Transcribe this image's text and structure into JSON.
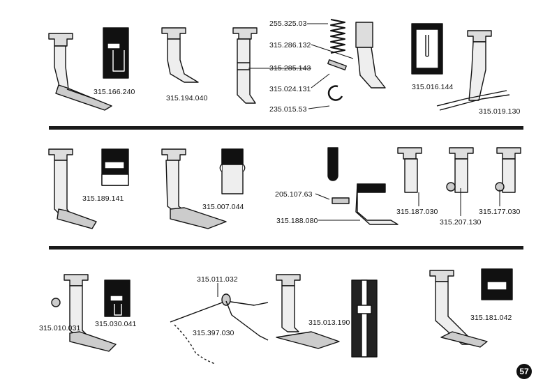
{
  "page_number": "57",
  "rows": [
    {
      "items": [
        {
          "part": "315.166.240"
        },
        {
          "part": "315.194.040"
        },
        {
          "part": "255.325.03"
        },
        {
          "part": "315.286.132"
        },
        {
          "part": "315.285.143"
        },
        {
          "part": "315.024.131"
        },
        {
          "part": "235.015.53"
        },
        {
          "part": "315.016.144"
        },
        {
          "part": "315.019.130"
        }
      ]
    },
    {
      "items": [
        {
          "part": "315.189.141"
        },
        {
          "part": "315.007.044"
        },
        {
          "part": "205.107.63"
        },
        {
          "part": "315.188.080"
        },
        {
          "part": "315.187.030"
        },
        {
          "part": "315.207.130"
        },
        {
          "part": "315.177.030"
        }
      ]
    },
    {
      "items": [
        {
          "part": "315.010.031"
        },
        {
          "part": "315.030.041"
        },
        {
          "part": "315.011.032"
        },
        {
          "part": "315.397.030"
        },
        {
          "part": "315.013.190"
        },
        {
          "part": "315.181.042"
        }
      ]
    }
  ]
}
